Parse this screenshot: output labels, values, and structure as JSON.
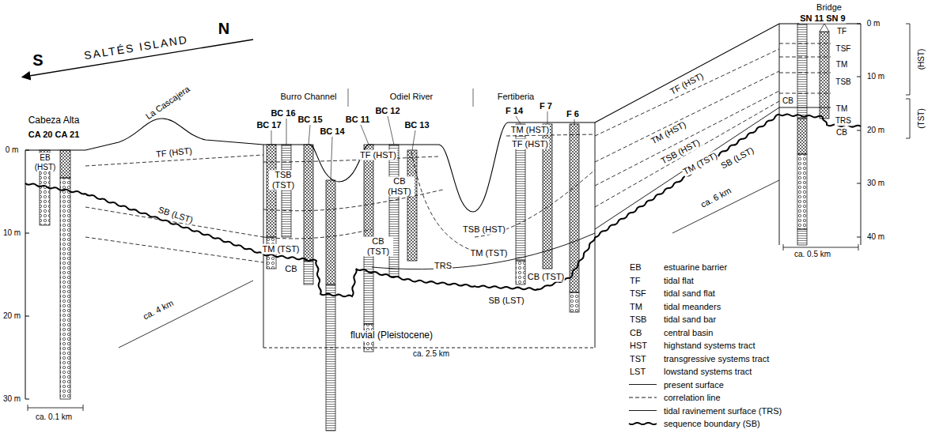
{
  "diagram": {
    "labels": [
      "Bridge",
      "SN 11 SN 9",
      "S",
      "SALTÉS ISLAND",
      "N",
      "La Cascajera",
      "Cabeza Alta",
      "CA 20 CA 21",
      "Burro Channel",
      "Odiel River",
      "Fertiberia",
      "BC 16",
      "BC 17",
      "BC 15",
      "BC 14",
      "BC 11",
      "BC 12",
      "BC 13",
      "F 14",
      "F 7",
      "F 6",
      "0 m",
      "10 m",
      "20 m",
      "30 m",
      "EB (HST)",
      "ca. 0.1 km",
      "TF (HST)",
      "SB (LST)",
      "ca. 4 km",
      "TSB (TST)",
      "TM (TST)",
      "CB",
      "CB (TST)",
      "TF (HST)",
      "CB (HST)",
      "TSB (HST)",
      "TM (HST)",
      "TF (HST)",
      "TM (TST)",
      "TRS",
      "CB (TST)",
      "SB (LST)",
      "fluvial (Pleistocene)",
      "ca. 2.5 km",
      "TF (HST)",
      "TM (HST)",
      "TSB (HST)",
      "TM (TST)",
      "SB (LST)",
      "ca. 6 km",
      "0 m",
      "10 m",
      "20 m",
      "30 m",
      "40 m",
      "TF",
      "TSF",
      "TM",
      "TSB",
      "CB",
      "TM",
      "TRS",
      "CB",
      "(HST)",
      "(TST)",
      "ca. 0.5 km",
      "EB",
      "estuarine barrier",
      "TF",
      "tidal flat",
      "TSF",
      "tidal sand flat",
      "TM",
      "tidal meanders",
      "TSB",
      "tidal sand bar",
      "CB",
      "central basin",
      "HST",
      "highstand systems tract",
      "TST",
      "transgressive systems tract",
      "LST",
      "lowstand systems tract"
    ],
    "legend": [
      {
        "text": "present surface"
      },
      {
        "text": "correlation line"
      },
      {
        "text": "tidal ravinement surface (TRS)"
      },
      {
        "text": "sequence boundary (SB)"
      }
    ]
  }
}
